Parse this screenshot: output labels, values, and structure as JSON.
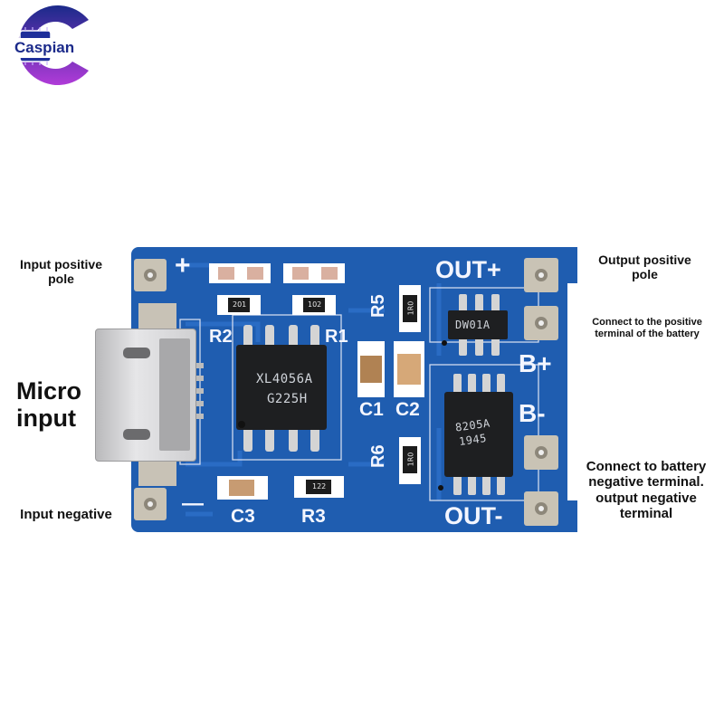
{
  "logo": {
    "text": "Caspian",
    "colors": {
      "ring_top": "#1b2a8a",
      "ring_bottom": "#b03bd8",
      "chip": "#1e2f9a"
    }
  },
  "annotations": {
    "input_positive": "Input positive pole",
    "micro_input": "Micro input",
    "input_negative": "Input negative",
    "output_positive": "Output positive pole",
    "battery_positive": "Connect to the positive terminal of the battery",
    "battery_negative": "Connect to battery negative terminal. output negative terminal"
  },
  "board": {
    "color": "#1f5db0",
    "silkscreen": {
      "plus": "+",
      "minus": "—",
      "out_plus": "OUT+",
      "out_minus": "OUT-",
      "b_plus": "B+",
      "b_minus": "B-",
      "r1": "R1",
      "r2": "R2",
      "r3": "R3",
      "r5": "R5",
      "r6": "R6",
      "c1": "C1",
      "c2": "C2",
      "c3": "C3"
    },
    "resistor_codes": {
      "r2": "201",
      "r1": "102",
      "r3": "122",
      "r5": "1R0",
      "r6": "1R0"
    },
    "main_chip": {
      "line1": "XL4056A",
      "line2": "G225H"
    },
    "protection_chip": {
      "label": "DW01A"
    },
    "mosfet_chip": {
      "line1": "8205A",
      "line2": "1945"
    }
  }
}
